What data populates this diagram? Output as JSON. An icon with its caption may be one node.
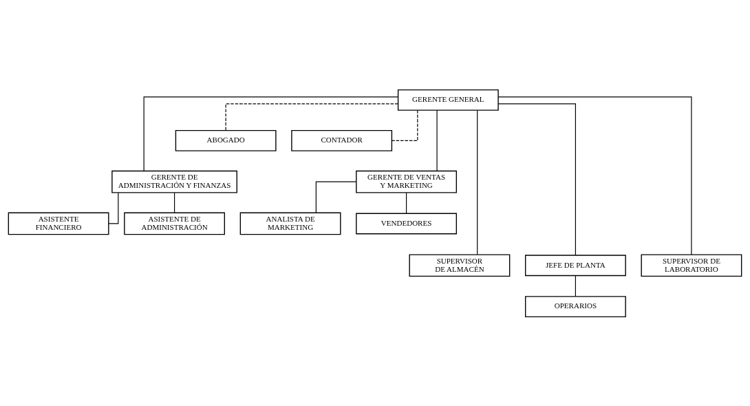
{
  "diagram": {
    "nodes": [
      {
        "text": [
          "GERENTE GENERAL"
        ]
      },
      {
        "text": [
          "ABOGADO"
        ]
      },
      {
        "text": [
          "CONTADOR"
        ]
      },
      {
        "text": [
          "GERENTE DE ADMINISTRACIÓN Y FINANZAS"
        ]
      },
      {
        "text": [
          "GERENTE DE VENTAS Y MARKETING"
        ]
      },
      {
        "text": [
          "ASISTENTE FINANCIERO"
        ]
      },
      {
        "text": [
          "ASISTENTE DE ADMINISTRACIÓN"
        ]
      },
      {
        "text": [
          "ANALISTA DE MARKETING"
        ]
      },
      {
        "text": [
          "VENDEDORES"
        ]
      },
      {
        "text": [
          "SUPERVISOR DE ALMACÉN"
        ]
      },
      {
        "text": [
          "JEFE DE PLANTA"
        ]
      },
      {
        "text": [
          "SUPERVISOR DE LABORATORIO"
        ]
      },
      {
        "text": [
          "OPERARIOS"
        ]
      }
    ],
    "edges": [
      {
        "from": 0,
        "to": 1,
        "arrow": "none",
        "style": "dashed"
      },
      {
        "from": 0,
        "to": 2,
        "arrow": "none",
        "style": "dashed"
      },
      {
        "from": 0,
        "to": 3,
        "arrow": "none"
      },
      {
        "from": 0,
        "to": 4,
        "arrow": "none"
      },
      {
        "from": 3,
        "to": 5,
        "arrow": "none"
      },
      {
        "from": 3,
        "to": 6,
        "arrow": "none"
      },
      {
        "from": 4,
        "to": 7,
        "arrow": "none"
      },
      {
        "from": 4,
        "to": 8,
        "arrow": "none"
      },
      {
        "from": 0,
        "to": 9,
        "arrow": "none"
      },
      {
        "from": 0,
        "to": 10,
        "arrow": "none"
      },
      {
        "from": 0,
        "to": 11,
        "arrow": "none"
      },
      {
        "from": 10,
        "to": 12,
        "arrow": "none"
      }
    ]
  }
}
